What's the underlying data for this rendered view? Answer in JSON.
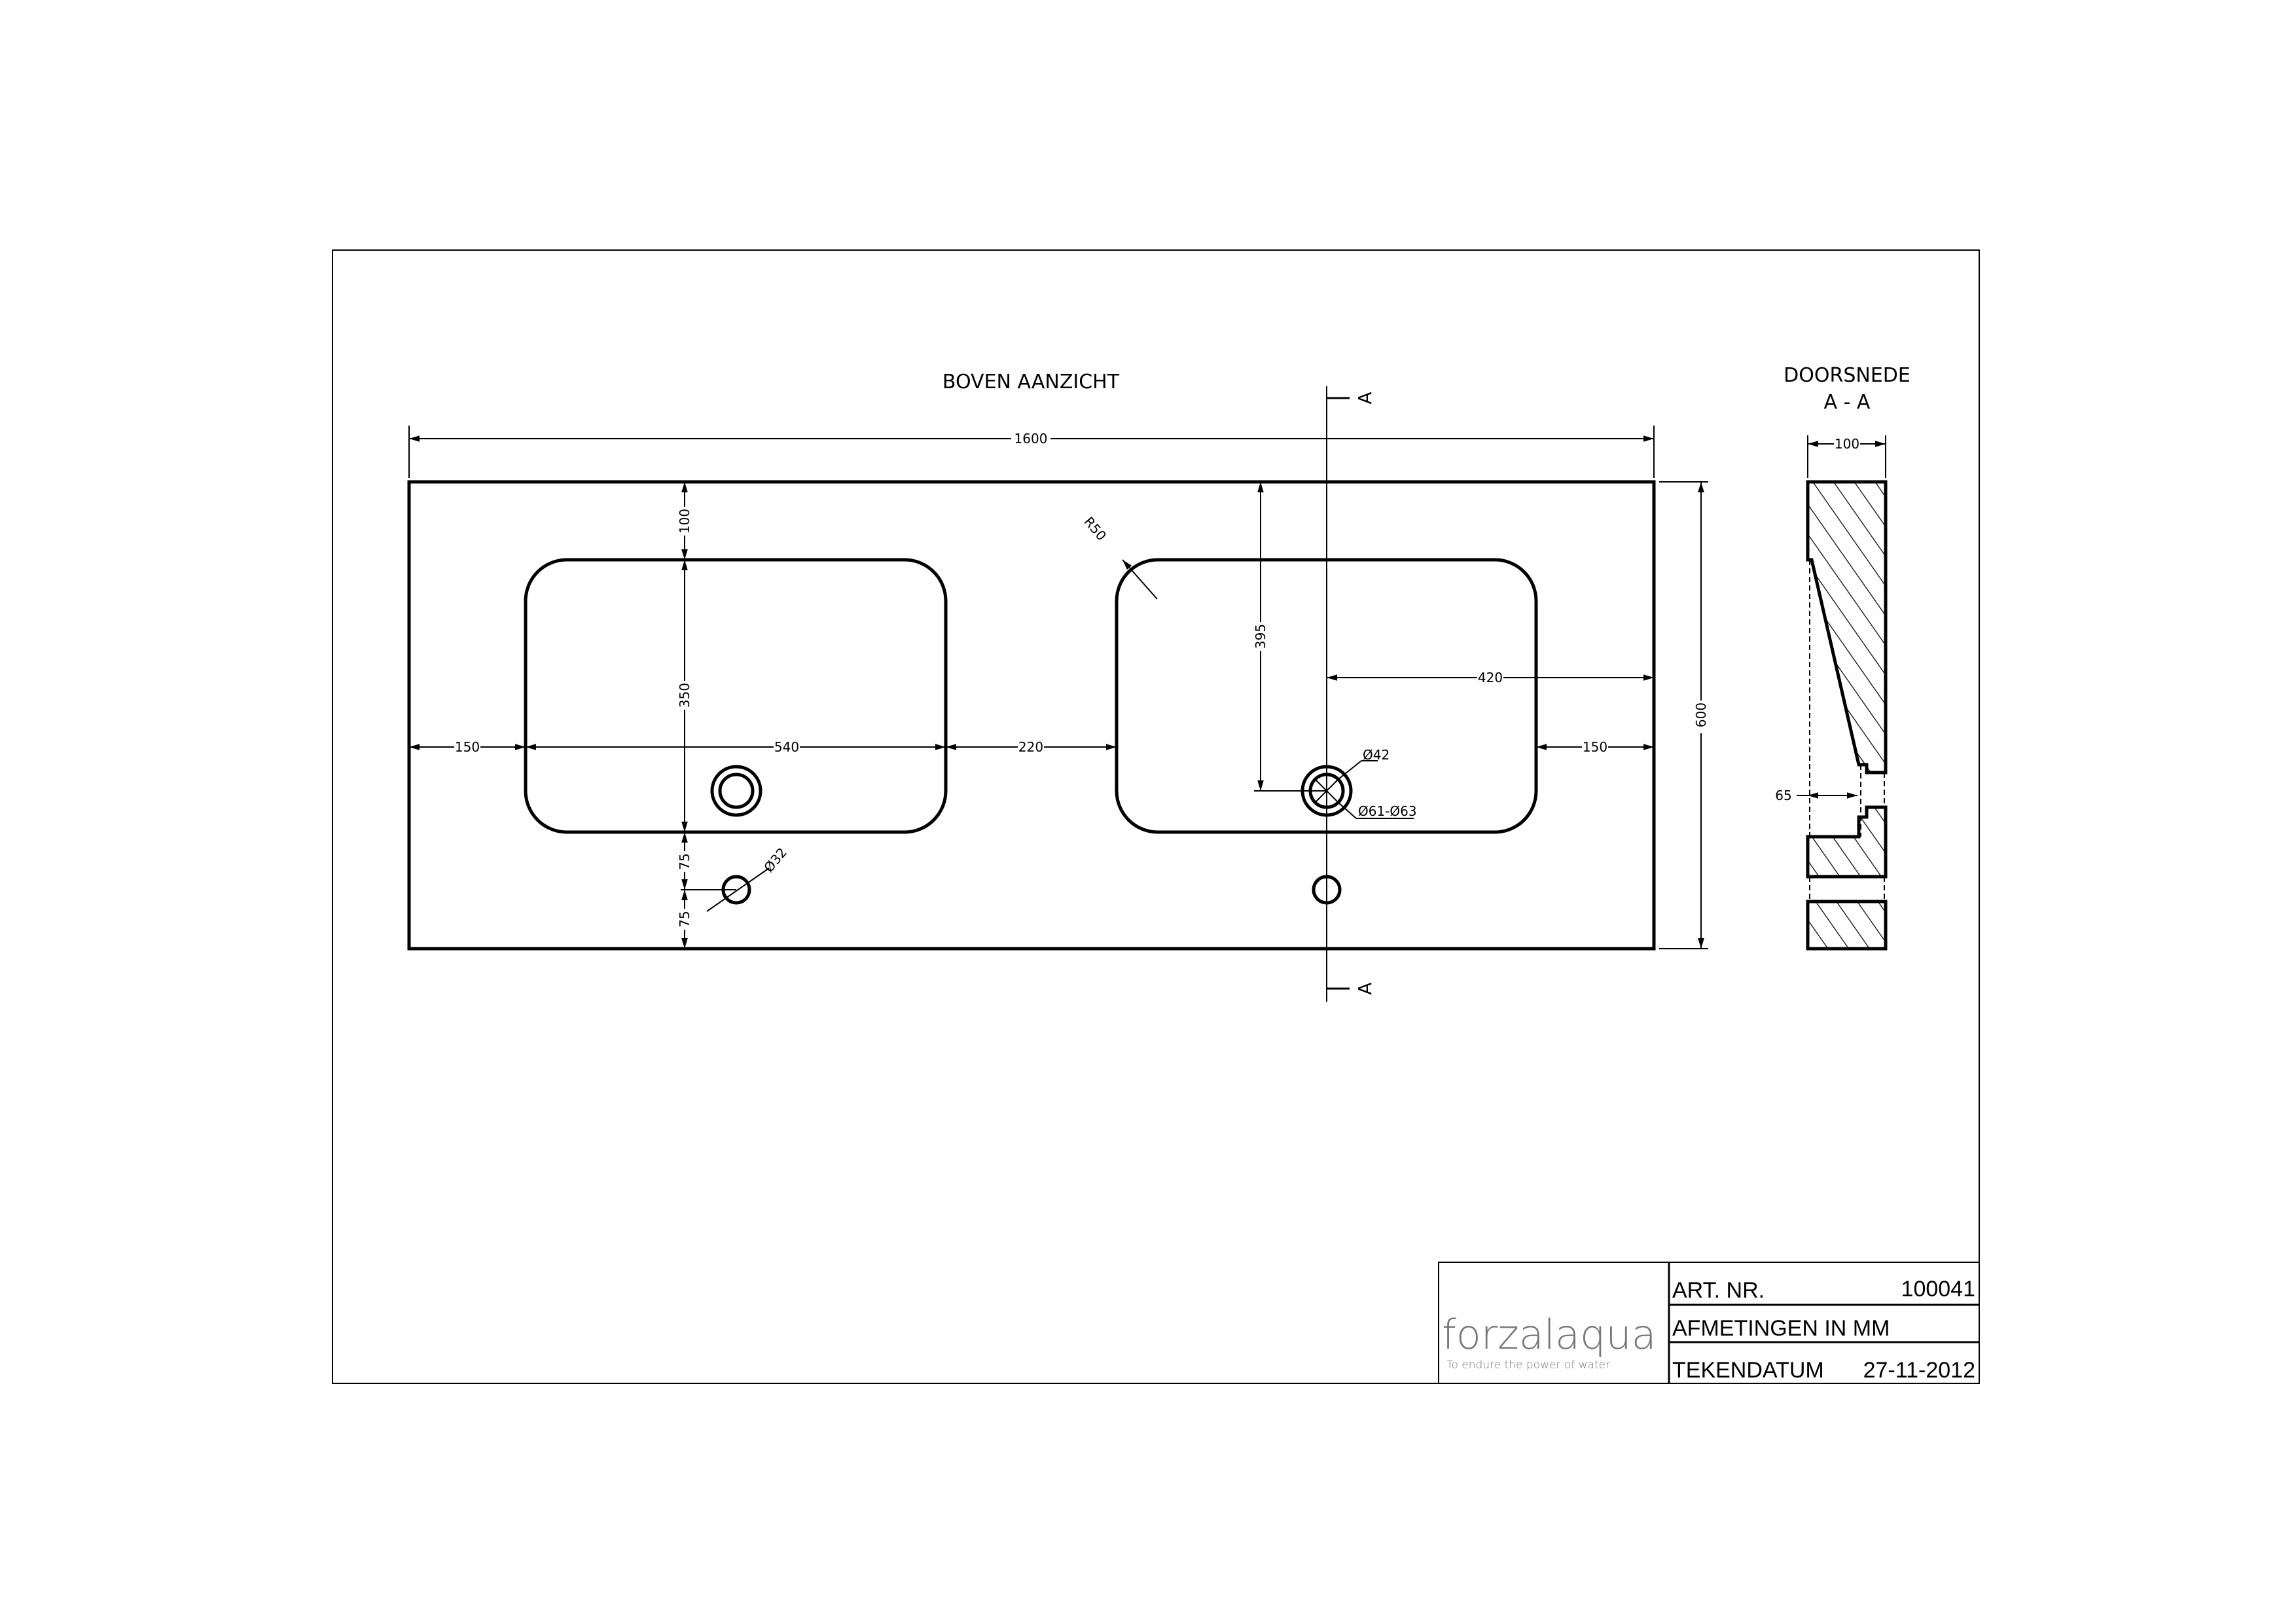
{
  "drawing": {
    "top_view_title": "BOVEN AANZICHT",
    "section_title_line1": "DOORSNEDE",
    "section_title_line2": "A - A",
    "section_marker": "A",
    "dimensions": {
      "total_width": "1600",
      "total_depth": "600",
      "left_margin": "150",
      "basin_width": "540",
      "basin_gap": "220",
      "right_margin": "150",
      "front_to_basin": "100",
      "basin_depth": "350",
      "basin_to_taphole": "75",
      "taphole_to_edge": "75",
      "drain_from_front": "395",
      "drain_from_right": "420",
      "corner_radius": "R50",
      "drain_diameter": "Ø42",
      "drain_outer_diameter": "Ø61-Ø63",
      "taphole_diameter": "Ø32",
      "section_thickness": "100",
      "section_inner": "65"
    }
  },
  "title_block": {
    "brand": "forzalaqua",
    "tagline": "To endure the power of water",
    "art_nr_label": "ART. NR.",
    "art_nr_value": "100041",
    "units_note": "AFMETINGEN IN MM",
    "date_label": "TEKENDATUM",
    "date_value": "27-11-2012"
  }
}
